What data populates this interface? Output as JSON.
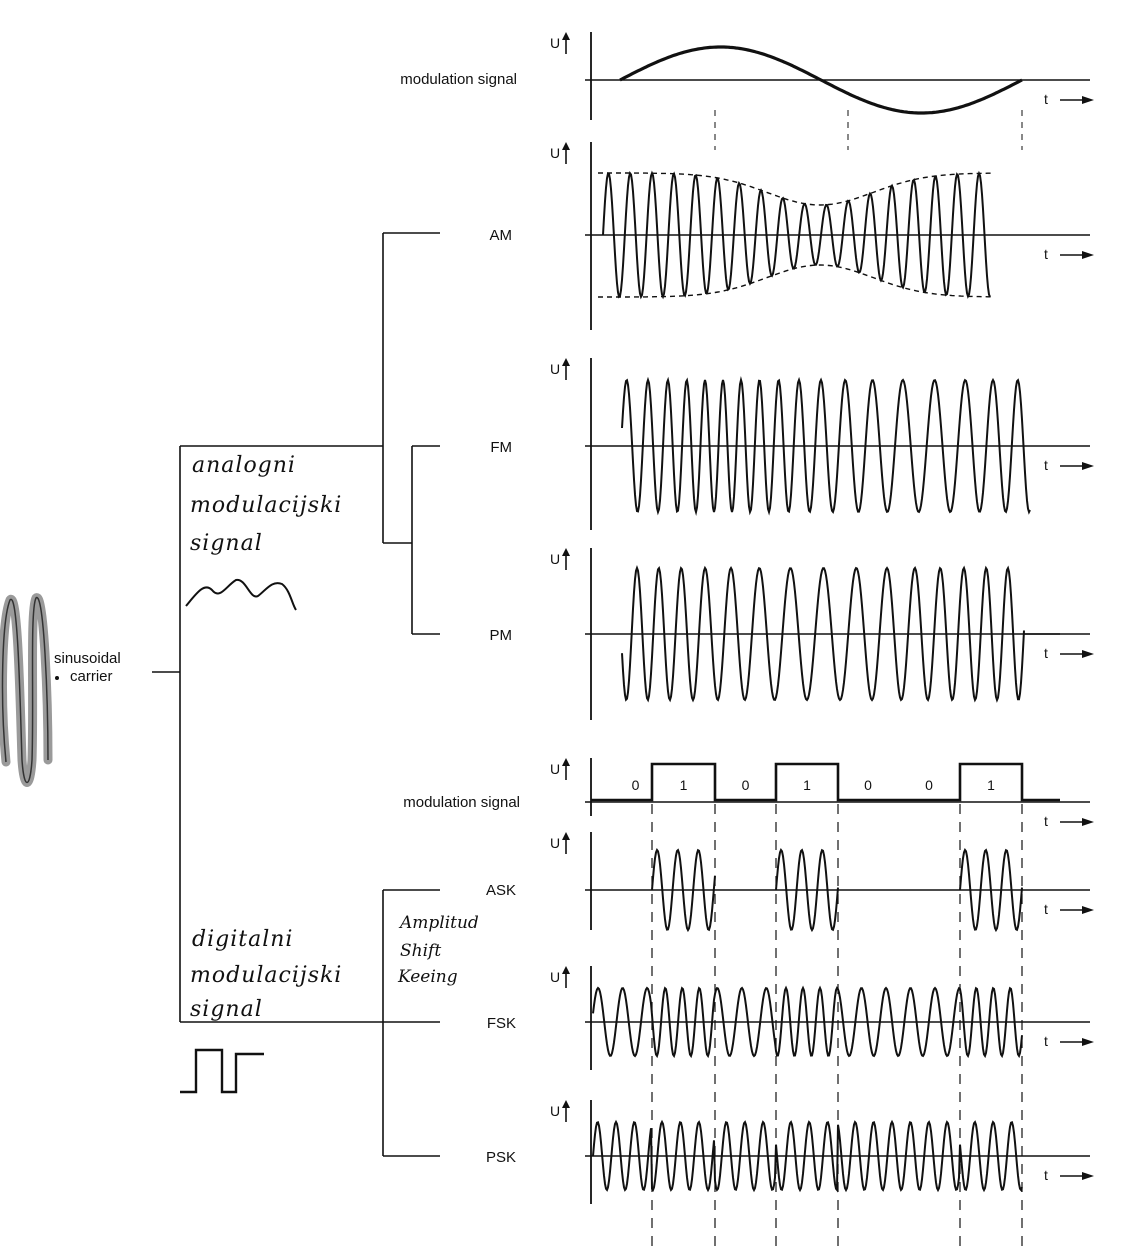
{
  "carrier": {
    "label_line1": "sinusoidal",
    "label_line2": "carrier"
  },
  "analog_group": {
    "note_line1": "analogni",
    "note_line2": "modulacijski",
    "note_line3": "signal"
  },
  "digital_group": {
    "note_line1": "digitalni",
    "note_line2": "modulacijski",
    "note_line3": "signal",
    "ask_note_line1": "Amplitud",
    "ask_note_line2": "Shift",
    "ask_note_line3": "Keeing"
  },
  "axis": {
    "u_label": "U",
    "t_label": "t"
  },
  "panels": {
    "analog_mod": {
      "label": "modulation signal"
    },
    "am": {
      "label": "AM"
    },
    "fm": {
      "label": "FM"
    },
    "pm": {
      "label": "PM"
    },
    "digital_mod": {
      "label": "modulation signal",
      "bits": [
        "0",
        "1",
        "0",
        "1",
        "0",
        "0",
        "1"
      ]
    },
    "ask": {
      "label": "ASK"
    },
    "fsk": {
      "label": "FSK"
    },
    "psk": {
      "label": "PSK"
    }
  }
}
